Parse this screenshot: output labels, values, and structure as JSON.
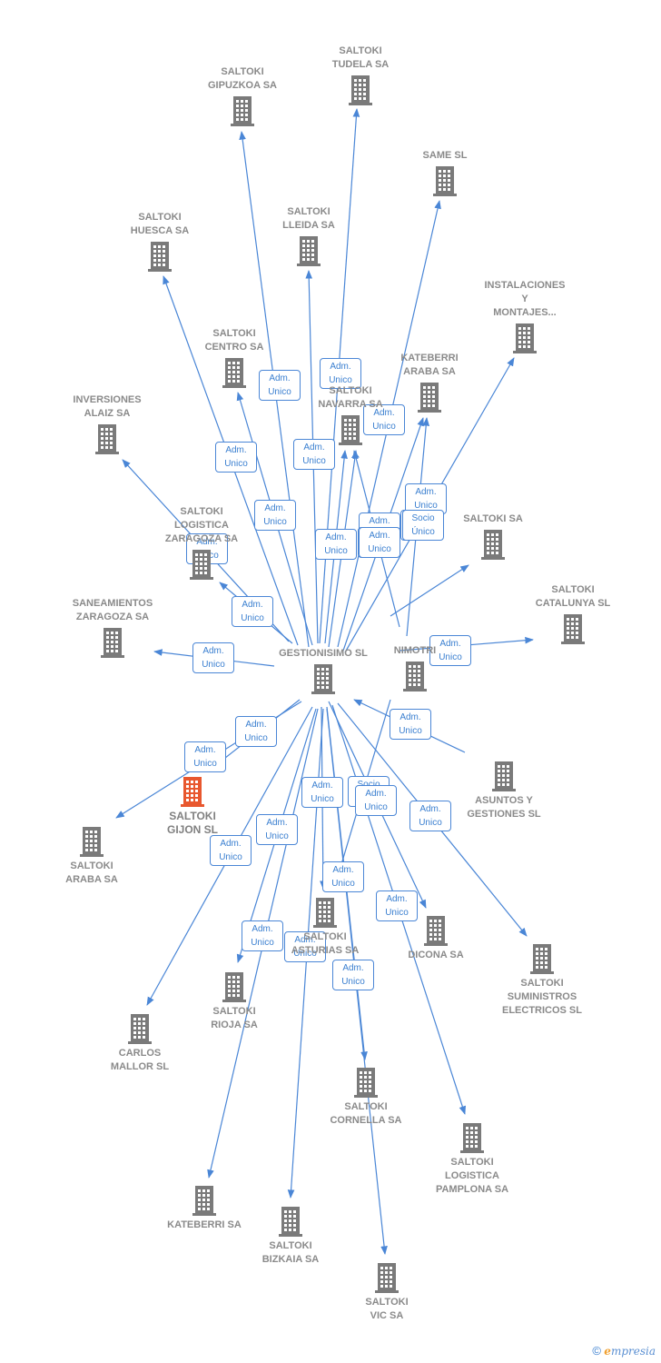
{
  "colors": {
    "edge": "#4a86d6",
    "node": "#7a7a7a",
    "focus": "#e8572e"
  },
  "nodes": [
    {
      "id": "center",
      "label": "GESTIONISIMO SL",
      "labelPos": "above"
    },
    {
      "id": "gipuzkoa",
      "label": "SALTOKI\nGIPUZKOA SA",
      "labelPos": "above"
    },
    {
      "id": "tudela",
      "label": "SALTOKI\nTUDELA SA",
      "labelPos": "above"
    },
    {
      "id": "same",
      "label": "SAME SL",
      "labelPos": "above"
    },
    {
      "id": "huesca",
      "label": "SALTOKI\nHUESCA SA",
      "labelPos": "above"
    },
    {
      "id": "lleida",
      "label": "SALTOKI\nLLEIDA SA",
      "labelPos": "above"
    },
    {
      "id": "instalaciones",
      "label": "INSTALACIONES\nY\nMONTAJES...",
      "labelPos": "above"
    },
    {
      "id": "centro",
      "label": "SALTOKI\nCENTRO SA",
      "labelPos": "above"
    },
    {
      "id": "kateberri_araba",
      "label": "KATEBERRI\nARABA SA",
      "labelPos": "above"
    },
    {
      "id": "inversiones",
      "label": "INVERSIONES\nALAIZ SA",
      "labelPos": "above"
    },
    {
      "id": "navarra",
      "label": "SALTOKI\nNAVARRA SA",
      "labelPos": "above"
    },
    {
      "id": "logistica_zaragoza",
      "label": "SALTOKI\nLOGISTICA\nZARAGOZA SA",
      "labelPos": "above"
    },
    {
      "id": "saltoki_sa",
      "label": "SALTOKI SA",
      "labelPos": "above"
    },
    {
      "id": "saneamientos",
      "label": "SANEAMIENTOS\nZARAGOZA SA",
      "labelPos": "above"
    },
    {
      "id": "catalunya",
      "label": "SALTOKI\nCATALUNYA SL",
      "labelPos": "above"
    },
    {
      "id": "nimotri",
      "label": "NIMOTRI",
      "labelPos": "above"
    },
    {
      "id": "gijon",
      "label": "SALTOKI\nGIJON  SL",
      "labelPos": "below",
      "focus": true
    },
    {
      "id": "asuntos",
      "label": "ASUNTOS Y\nGESTIONES SL",
      "labelPos": "below"
    },
    {
      "id": "araba",
      "label": "SALTOKI\nARABA SA",
      "labelPos": "below"
    },
    {
      "id": "asturias",
      "label": "SALTOKI\nASTURIAS SA",
      "labelPos": "below"
    },
    {
      "id": "dicona",
      "label": "DICONA SA",
      "labelPos": "below"
    },
    {
      "id": "suministros",
      "label": "SALTOKI\nSUMINISTROS\nELECTRICOS SL",
      "labelPos": "below"
    },
    {
      "id": "rioja",
      "label": "SALTOKI\nRIOJA SA",
      "labelPos": "below"
    },
    {
      "id": "carlos",
      "label": "CARLOS\nMALLOR SL",
      "labelPos": "below"
    },
    {
      "id": "cornella",
      "label": "SALTOKI\nCORNELLA SA",
      "labelPos": "below"
    },
    {
      "id": "logistica_pamplona",
      "label": "SALTOKI\nLOGISTICA\nPAMPLONA SA",
      "labelPos": "below"
    },
    {
      "id": "kateberri",
      "label": "KATEBERRI SA",
      "labelPos": "below"
    },
    {
      "id": "bizkaia",
      "label": "SALTOKI\nBIZKAIA SA",
      "labelPos": "below"
    },
    {
      "id": "vic",
      "label": "SALTOKI\nVIC SA",
      "labelPos": "below"
    }
  ],
  "edges": [
    {
      "from": "center",
      "to": "gipuzkoa",
      "label": "Adm.\nUnico"
    },
    {
      "from": "center",
      "to": "tudela",
      "label": "Adm.\nUnico"
    },
    {
      "from": "center",
      "to": "same",
      "label": "Adm.\nUnico"
    },
    {
      "from": "center",
      "to": "huesca",
      "label": "Adm.\nUnico"
    },
    {
      "from": "center",
      "to": "lleida",
      "label": "Adm.\nUnico"
    },
    {
      "from": "center",
      "to": "instalaciones",
      "label": "Adm.\nUnico"
    },
    {
      "from": "center",
      "to": "centro",
      "label": "Adm.\nUnico"
    },
    {
      "from": "center",
      "to": "kateberri_araba",
      "label": "Adm.\nUnico"
    },
    {
      "from": "center",
      "to": "inversiones",
      "label": "Adm.\nUnico"
    },
    {
      "from": "center",
      "to": "navarra",
      "label": "Adm.\nUnico"
    },
    {
      "from": "center",
      "to": "navarra",
      "label": "Adm.\nUnico"
    },
    {
      "from": "center",
      "to": "logistica_zaragoza",
      "label": "Adm.\nUnico"
    },
    {
      "from": "center",
      "to": "saltoki_sa",
      "label": "Adm.\nUnico"
    },
    {
      "from": "nimotri",
      "to": "kateberri_araba",
      "label": "Socio\nÚnico"
    },
    {
      "from": "nimotri",
      "to": "navarra",
      "label": "Adm.\nUnico"
    },
    {
      "from": "center",
      "to": "saneamientos",
      "label": "Adm.\nUnico"
    },
    {
      "from": "center",
      "to": "catalunya",
      "label": "Adm.\nUnico"
    },
    {
      "from": "asuntos",
      "to": "center",
      "label": "Adm.\nUnico"
    },
    {
      "from": "center",
      "to": "gijon",
      "label": "Adm.\nUnico"
    },
    {
      "from": "center",
      "to": "araba",
      "label": "Adm.\nUnico"
    },
    {
      "from": "center",
      "to": "asturias",
      "label": "Adm.\nUnico"
    },
    {
      "from": "nimotri",
      "to": "asturias",
      "label": "Socio\nÚnico"
    },
    {
      "from": "center",
      "to": "dicona",
      "label": "Adm.\nUnico"
    },
    {
      "from": "center",
      "to": "suministros",
      "label": "Adm.\nUnico"
    },
    {
      "from": "center",
      "to": "rioja",
      "label": "Adm.\nUnico"
    },
    {
      "from": "center",
      "to": "carlos",
      "label": "Adm.\nUnico"
    },
    {
      "from": "center",
      "to": "cornella",
      "label": "Adm.\nUnico"
    },
    {
      "from": "center",
      "to": "logistica_pamplona",
      "label": "Adm.\nUnico"
    },
    {
      "from": "center",
      "to": "kateberri",
      "label": "Adm.\nUnico"
    },
    {
      "from": "center",
      "to": "bizkaia",
      "label": "Adm.\nUnico"
    },
    {
      "from": "center",
      "to": "vic",
      "label": "Adm.\nUnico"
    }
  ],
  "footer": {
    "copyright": "©",
    "brand_e": "e",
    "brand_rest": "mpresia"
  }
}
